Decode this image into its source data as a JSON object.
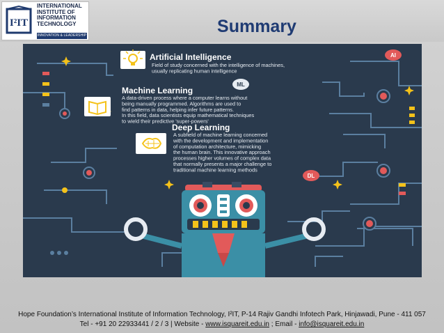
{
  "logo": {
    "mark_text": "I²IT",
    "lines": [
      "INTERNATIONAL",
      "INSTITUTE OF",
      "INFORMATION",
      "TECHNOLOGY"
    ],
    "tagline": "INNOVATION & LEADERSHIP"
  },
  "title": "Summary",
  "infographic": {
    "sections": [
      {
        "heading": "Artificial Intelligence",
        "badge": "AI",
        "body": [
          "Field of study concerned with the intelligence of machines,",
          "usually replicating human intelligence"
        ]
      },
      {
        "heading": "Machine Learning",
        "badge": "ML",
        "body": [
          "A data-driven process where a computer learns without",
          "being manually programmed. Algorithms are used to",
          "find patterns in data, helping infer future patterns.",
          "In this field, data scientists equip mathematical techniques",
          "to wield their predictive 'super-powers'"
        ]
      },
      {
        "heading": "Deep Learning",
        "badge": "DL",
        "body": [
          "A subfield of machine learning concerned",
          "with the development and implementation",
          "of computation architecture, mimicking",
          "the human brain. This innovative approach",
          "processes higher volumes of complex data",
          "that normally presents a major challenge to",
          "traditional machine learning methods"
        ]
      }
    ]
  },
  "footer": {
    "line1": "Hope Foundation’s International Institute of Information Technology, I²IT, P-14 Rajiv Gandhi Infotech Park, Hinjawadi, Pune - 411 057",
    "line2_prefix": "Tel - +91 20 22933441 / 2 / 3  |  Website - ",
    "website": "www.isquareit.edu.in",
    "line2_mid": " ; Email - ",
    "email": "info@isquareit.edu.in"
  },
  "colors": {
    "infographic_bg": "#2a3a4d",
    "circuit": "#5b7fa0",
    "accent_red": "#e25a5a",
    "accent_yellow": "#f4c21a",
    "title_blue": "#1f3b73"
  }
}
